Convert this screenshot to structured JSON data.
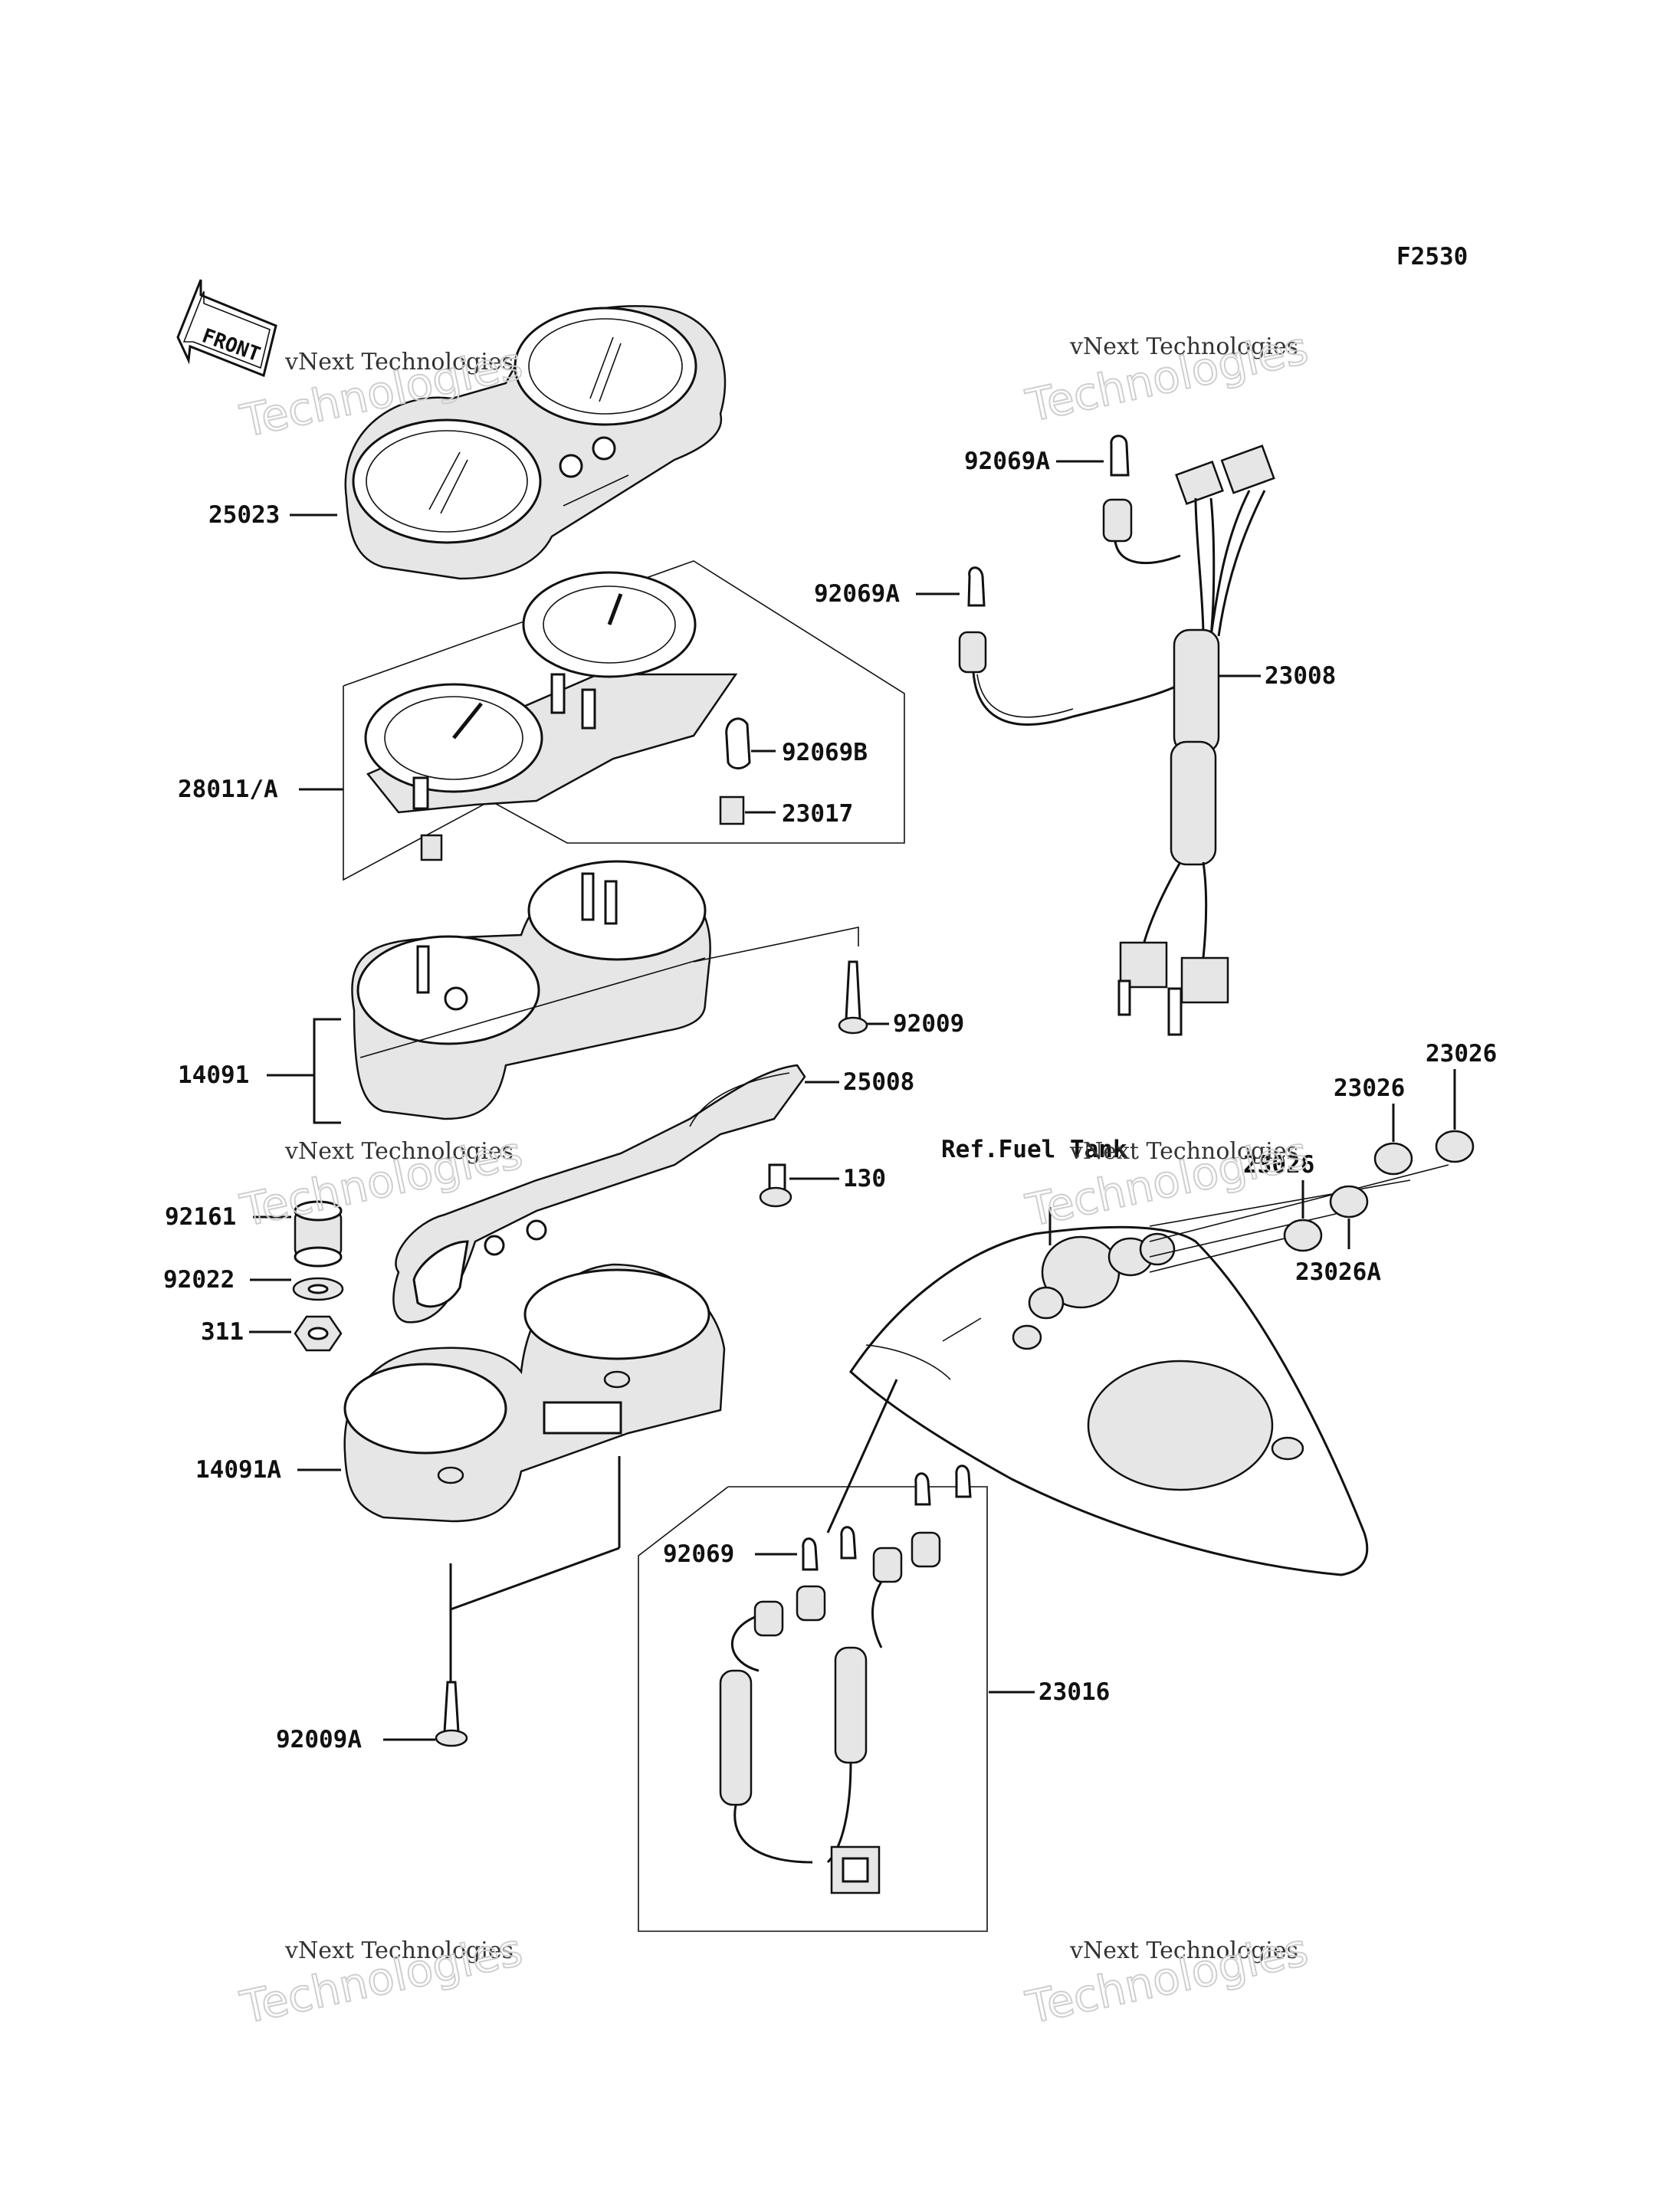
{
  "figure_code": "F2530",
  "front_label": "FRONT",
  "reference_label": "Ref.Fuel Tank",
  "watermark": {
    "line1": "vNext Technologies",
    "line2": "Technologies"
  },
  "parts": [
    {
      "id": "p25023",
      "label": "25023"
    },
    {
      "id": "p28011A",
      "label": "28011/A"
    },
    {
      "id": "p92069B",
      "label": "92069B"
    },
    {
      "id": "p23017",
      "label": "23017"
    },
    {
      "id": "p92069A_1",
      "label": "92069A"
    },
    {
      "id": "p92069A_2",
      "label": "92069A"
    },
    {
      "id": "p23008",
      "label": "23008"
    },
    {
      "id": "p92009",
      "label": "92009"
    },
    {
      "id": "p14091",
      "label": "14091"
    },
    {
      "id": "p25008",
      "label": "25008"
    },
    {
      "id": "p130",
      "label": "130"
    },
    {
      "id": "p92161",
      "label": "92161"
    },
    {
      "id": "p92022",
      "label": "92022"
    },
    {
      "id": "p311",
      "label": "311"
    },
    {
      "id": "p14091A",
      "label": "14091A"
    },
    {
      "id": "p92009A",
      "label": "92009A"
    },
    {
      "id": "p92069",
      "label": "92069"
    },
    {
      "id": "p23016",
      "label": "23016"
    },
    {
      "id": "p23026_1",
      "label": "23026"
    },
    {
      "id": "p23026_2",
      "label": "23026"
    },
    {
      "id": "p23026_3",
      "label": "23026"
    },
    {
      "id": "p23026A",
      "label": "23026A"
    }
  ]
}
